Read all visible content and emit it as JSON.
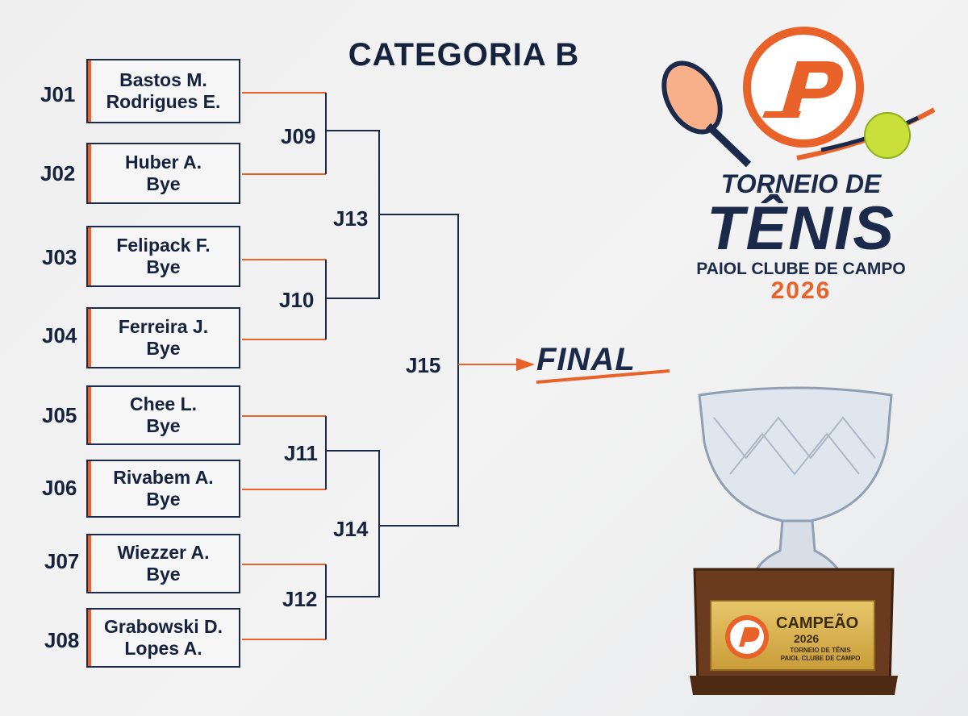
{
  "title": "CATEGORIA B",
  "final_label": "FINAL",
  "matches": [
    {
      "id": "J01",
      "p1": "Bastos M.",
      "p2": "Rodrigues E."
    },
    {
      "id": "J02",
      "p1": "Huber A.",
      "p2": "Bye"
    },
    {
      "id": "J03",
      "p1": "Felipack F.",
      "p2": "Bye"
    },
    {
      "id": "J04",
      "p1": "Ferreira J.",
      "p2": "Bye"
    },
    {
      "id": "J05",
      "p1": "Chee L.",
      "p2": "Bye"
    },
    {
      "id": "J06",
      "p1": "Rivabem A.",
      "p2": "Bye"
    },
    {
      "id": "J07",
      "p1": "Wiezzer A.",
      "p2": "Bye"
    },
    {
      "id": "J08",
      "p1": "Grabowski D.",
      "p2": "Lopes A."
    }
  ],
  "round2": [
    "J09",
    "J10",
    "J11",
    "J12"
  ],
  "semis": [
    "J13",
    "J14"
  ],
  "final_match": "J15",
  "logo": {
    "line1": "TORNEIO DE",
    "line2": "TÊNIS",
    "line3": "PAIOL CLUBE DE CAMPO",
    "year": "2026"
  },
  "trophy_plaque": {
    "title": "CAMPEÃO",
    "year": "2026",
    "line1": "TORNEIO DE TÊNIS",
    "line2": "PAIOL CLUBE DE CAMPO"
  },
  "colors": {
    "navy": "#1b2a4a",
    "orange": "#e8622a"
  }
}
